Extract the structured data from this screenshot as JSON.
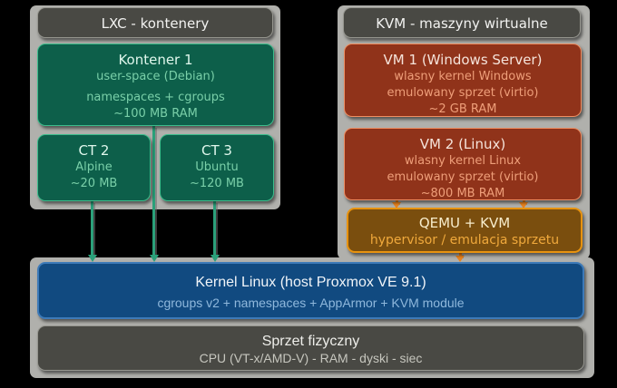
{
  "colors": {
    "background": "#000000",
    "lane_silver": "#b0b0ac",
    "header_gray": "#494944",
    "container_green": "#0d5f4a",
    "container_green_border": "#3dbd8c",
    "vm_red": "#90331a",
    "vm_red_border": "#ef8e62",
    "qemu_gold": "#7a4e0e",
    "qemu_gold_border": "#e8930f",
    "kernel_blue": "#114a80",
    "green_connector": "#2ba07a",
    "orange_connector": "#e8821e"
  },
  "lxc": {
    "header": "LXC - kontenery",
    "kontener1": {
      "title": "Kontener 1",
      "lines": [
        "user-space (Debian)",
        "namespaces + cgroups",
        "~100 MB RAM"
      ]
    },
    "ct2": {
      "title": "CT 2",
      "lines": [
        "Alpine",
        "~20 MB"
      ]
    },
    "ct3": {
      "title": "CT 3",
      "lines": [
        "Ubuntu",
        "~120 MB"
      ]
    }
  },
  "kvm": {
    "header": "KVM - maszyny wirtualne",
    "vm1": {
      "title": "VM 1 (Windows Server)",
      "lines": [
        "wlasny kernel Windows",
        "emulowany sprzet (virtio)",
        "~2 GB RAM"
      ]
    },
    "vm2": {
      "title": "VM 2 (Linux)",
      "lines": [
        "wlasny kernel Linux",
        "emulowany sprzet (virtio)",
        "~800 MB RAM"
      ]
    },
    "qemu": {
      "title": "QEMU + KVM",
      "subtitle": "hypervisor / emulacja sprzetu"
    }
  },
  "kernel": {
    "title": "Kernel Linux (host Proxmox VE 9.1)",
    "subtitle": "cgroups v2 + namespaces + AppArmor + KVM module"
  },
  "hardware": {
    "title": "Sprzet fizyczny",
    "subtitle": "CPU (VT-x/AMD-V) - RAM - dyski - siec"
  }
}
